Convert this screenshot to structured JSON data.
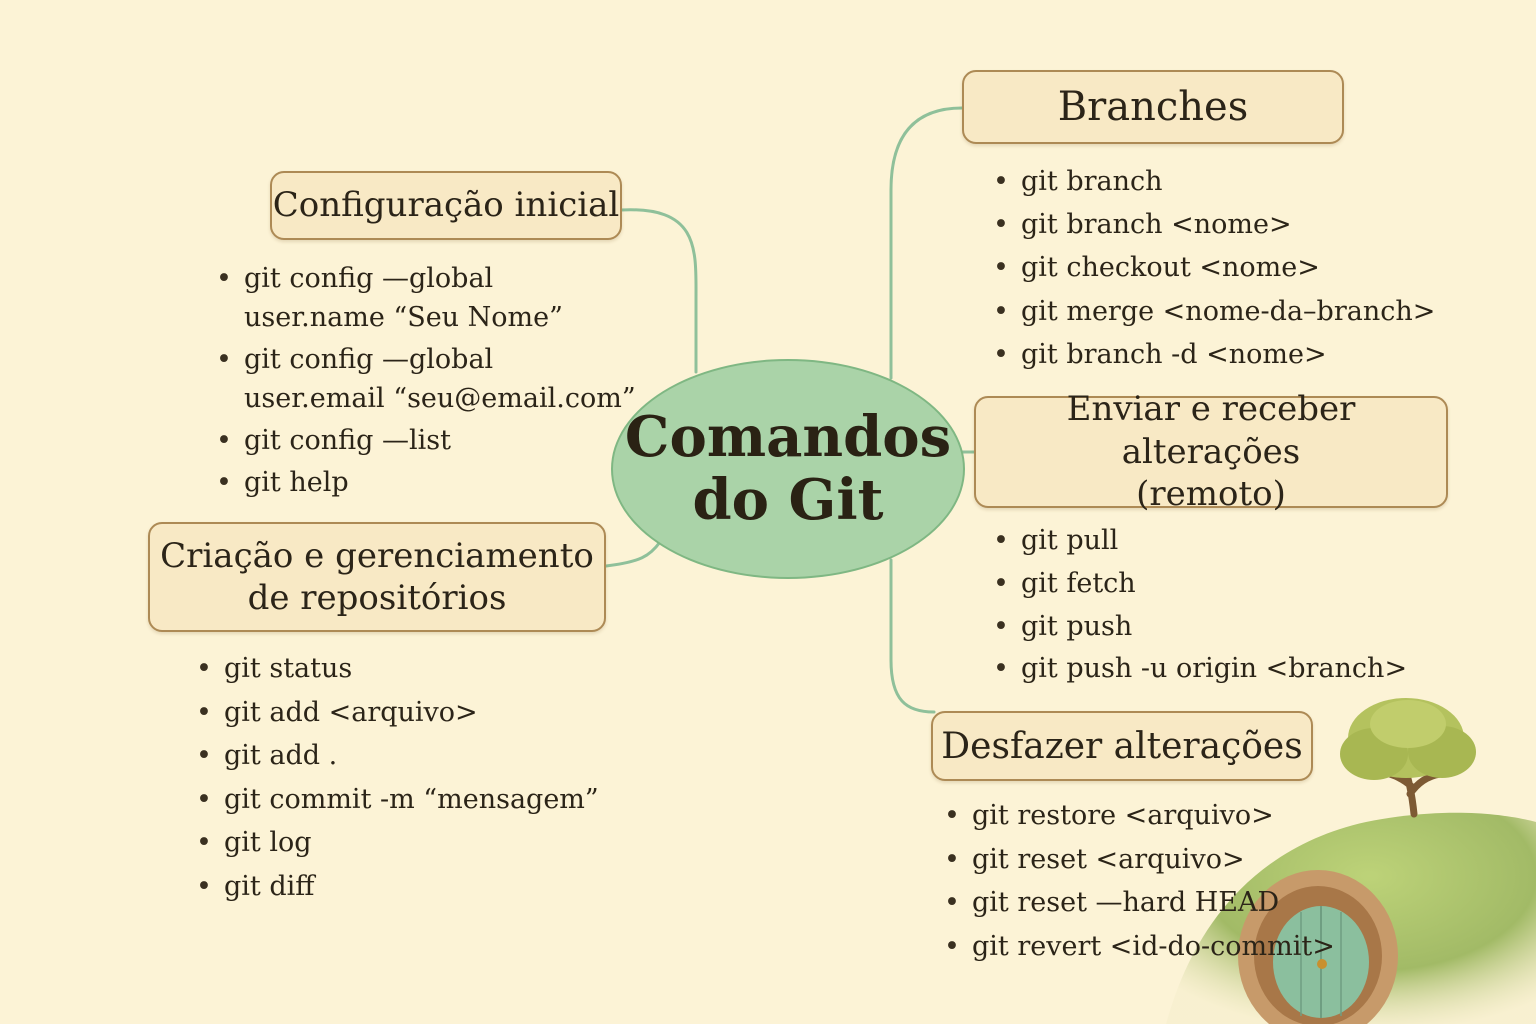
{
  "center": {
    "line1": "Comandos",
    "line2": "do Git"
  },
  "colors": {
    "background": "#fcf3d6",
    "topic_fill": "#f8e9c5",
    "topic_border": "#ad8a55",
    "center_fill": "#aad3a8",
    "connector": "#8fc09a"
  },
  "topics": {
    "config": {
      "title": "Configuração inicial",
      "items": [
        "git config —global user.name “Seu Nome”",
        "git config —global user.email “seu@email.com”",
        "git config —list",
        "git help"
      ]
    },
    "repo": {
      "title_line1": "Criação e gerenciamento",
      "title_line2": "de repositórios",
      "items": [
        "git status",
        "git add <arquivo>",
        "git add .",
        "git commit -m “mensagem”",
        "git log",
        "git diff"
      ]
    },
    "branches": {
      "title": "Branches",
      "items": [
        "git branch",
        "git branch <nome>",
        "git checkout <nome>",
        "git merge <nome-da–branch>",
        "git branch -d <nome>"
      ]
    },
    "remote": {
      "title_line1": "Enviar e receber alterações",
      "title_line2": "(remoto)",
      "items": [
        "git pull",
        "git fetch",
        "git push",
        "git push -u origin <branch>"
      ]
    },
    "undo": {
      "title": "Desfazer alterações",
      "items": [
        "git restore <arquivo>",
        "git reset <arquivo>",
        "git reset —hard HEAD",
        "git revert <id-do-commit>"
      ]
    }
  },
  "illustration": [
    "tree-icon",
    "hobbit-hole-door-icon"
  ]
}
